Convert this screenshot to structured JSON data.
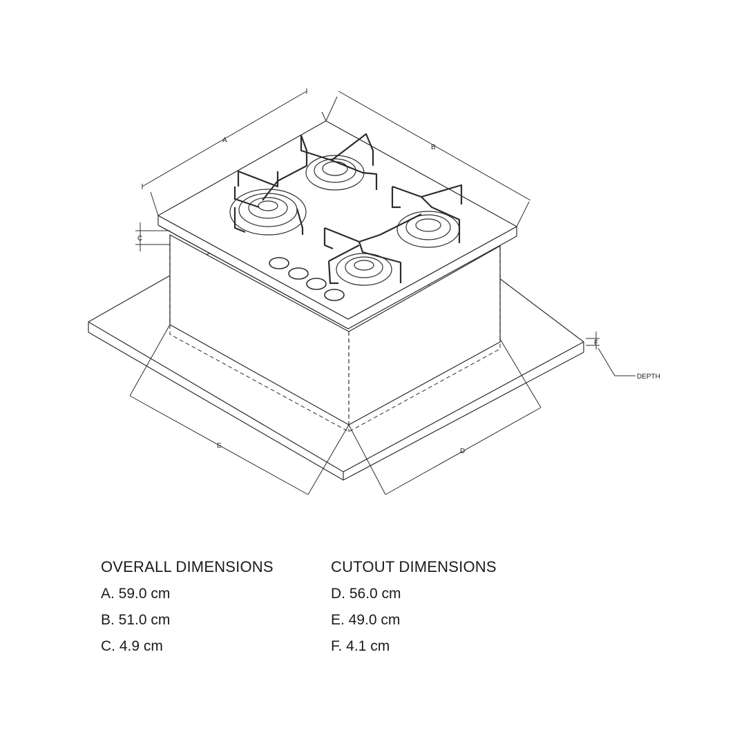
{
  "diagram": {
    "label_a": "A",
    "label_b": "B",
    "label_c": "C",
    "label_d": "D",
    "label_e": "E",
    "label_f": "F",
    "label_depth": "DEPTH",
    "line_color": "#2b2b2b"
  },
  "overall": {
    "heading": "OVERALL DIMENSIONS",
    "items": [
      "A. 59.0 cm",
      "B. 51.0 cm",
      "C. 4.9 cm"
    ]
  },
  "cutout": {
    "heading": "CUTOUT DIMENSIONS",
    "items": [
      "D. 56.0 cm",
      "E. 49.0 cm",
      "F. 4.1 cm"
    ]
  }
}
